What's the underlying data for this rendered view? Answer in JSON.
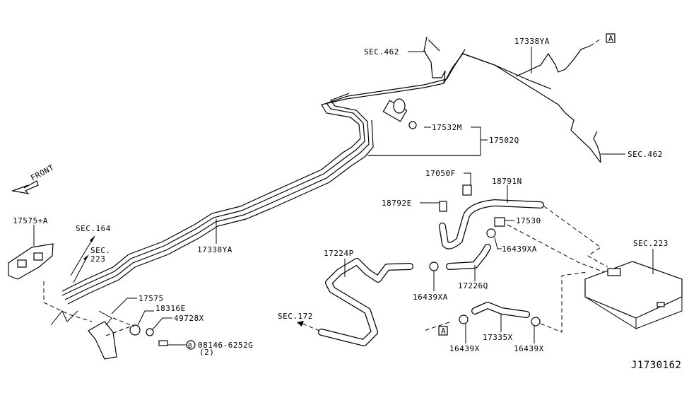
{
  "diagram": {
    "id": "J1730162",
    "direction_label": "FRONT",
    "ref_marker": "A",
    "bolt_marker": "B"
  },
  "callouts": {
    "sec462_top": "SEC.462",
    "p17338ya_top": "17338YA",
    "sec462_right": "SEC.462",
    "p17532m": "17532M",
    "p17502q": "17502Q",
    "p17050f": "17050F",
    "p18791n": "18791N",
    "p18792e": "18792E",
    "p17530": "17530",
    "p16439xa_right": "16439XA",
    "sec223_right": "SEC.223",
    "p17575a": "17575+A",
    "sec164": "SEC.164",
    "sec223_left_1": "SEC.",
    "sec223_left_2": "223",
    "p17338ya_mid": "17338YA",
    "p17224p": "17224P",
    "p16439xa_mid": "16439XA",
    "p17226q": "17226Q",
    "sec172": "SEC.172",
    "p17575": "17575",
    "p18316e": "18316E",
    "p49728x": "49728X",
    "bolt_part": "08146-6252G",
    "bolt_qty": "(2)",
    "p17335x": "17335X",
    "p16439x_left": "16439X",
    "p16439x_right": "16439X"
  }
}
